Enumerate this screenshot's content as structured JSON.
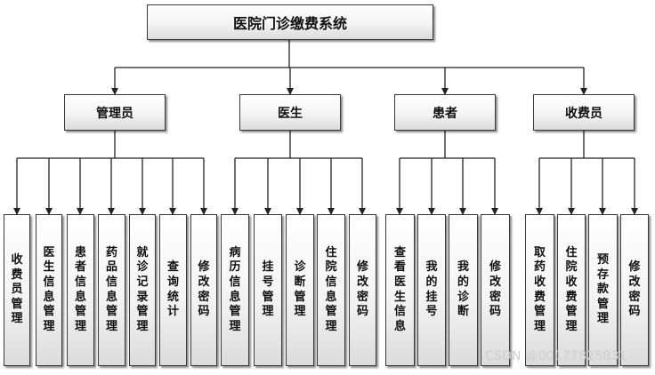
{
  "root": {
    "label": "医院门诊缴费系统"
  },
  "roles": [
    {
      "label": "管理员",
      "children": [
        "收费员管理",
        "医生信息管理",
        "患者信息管理",
        "药品信息管理",
        "就诊记录管理",
        "查询统计",
        "修改密码"
      ]
    },
    {
      "label": "医生",
      "children": [
        "病历信息管理",
        "挂号管理",
        "诊断管理",
        "住院信息管理",
        "修改密码"
      ]
    },
    {
      "label": "患者",
      "children": [
        "查看医生信息",
        "我的挂号",
        "我的诊断",
        "修改密码"
      ]
    },
    {
      "label": "收费员",
      "children": [
        "取药收费管理",
        "住院收费管理",
        "预存款管理",
        "修改密码"
      ]
    }
  ],
  "watermark": "CSDN @00177825831"
}
